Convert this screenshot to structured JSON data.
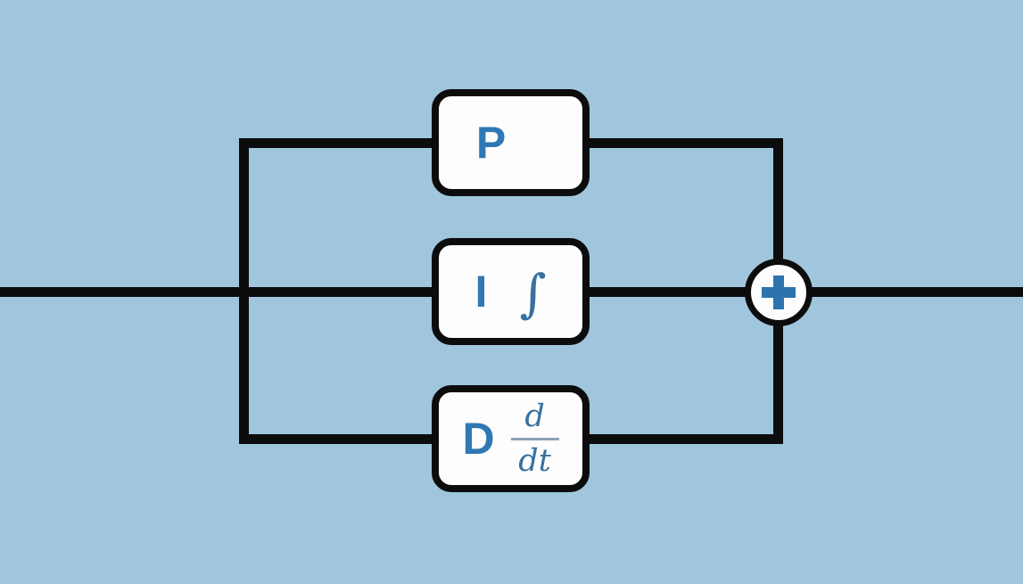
{
  "diagram": {
    "background_color": "#a0c6de",
    "line_color": "#0c0c0c",
    "block_fill": "#fdfdfd",
    "block_border_color": "#0c0c0c",
    "label_color": "#2f78b5",
    "math_color": "#3a719f",
    "blocks": {
      "p": {
        "label": "P"
      },
      "i": {
        "label": "I",
        "integral": "∫"
      },
      "d": {
        "label": "D",
        "numerator": "d",
        "denominator": "dt"
      }
    },
    "summing_junction": {
      "symbol": "+",
      "symbol_color": "#2d74ae"
    }
  }
}
